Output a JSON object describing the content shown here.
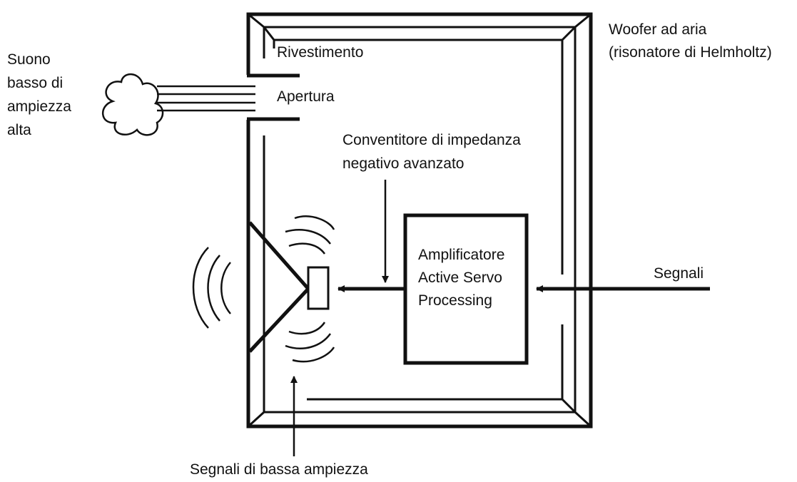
{
  "labels": {
    "woofer_line1": "Woofer ad aria",
    "woofer_line2": "(risonatore di Helmholtz)",
    "sound_line1": "Suono",
    "sound_line2": "basso di",
    "sound_line3": "ampiezza",
    "sound_line4": "alta",
    "enclosure": "Rivestimento",
    "port": "Apertura",
    "converter_line1": "Conventitore di impedanza",
    "converter_line2": "negativo avanzato",
    "amp_line1": "Amplificatore",
    "amp_line2": "Active Servo",
    "amp_line3": "Processing",
    "signals": "Segnali",
    "low_signals": "Segnali di bassa ampiezza"
  },
  "colors": {
    "stroke": "#111111",
    "background": "#ffffff"
  }
}
